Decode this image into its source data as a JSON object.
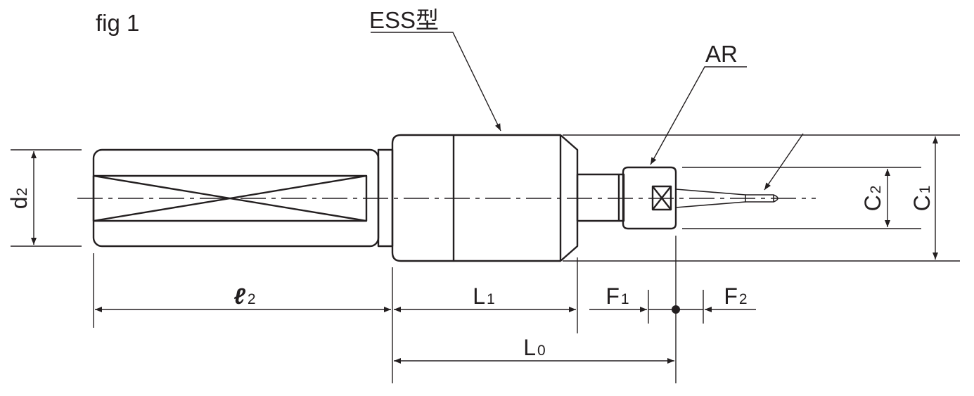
{
  "figure": {
    "label": "fig 1"
  },
  "callouts": {
    "holder_type": "ESS型",
    "adapter": "AR"
  },
  "dimensions": {
    "d2": {
      "main": "d",
      "sub": "2"
    },
    "l2": {
      "main": "ℓ",
      "sub": "2"
    },
    "L1": {
      "main": "L",
      "sub": "1"
    },
    "L0": {
      "main": "L",
      "sub": "0"
    },
    "F1": {
      "main": "F",
      "sub": "1"
    },
    "F2": {
      "main": "F",
      "sub": "2"
    },
    "C1": {
      "main": "C",
      "sub": "1"
    },
    "C2": {
      "main": "C",
      "sub": "2"
    }
  },
  "colors": {
    "ink": "#231f20",
    "background": "#ffffff"
  }
}
